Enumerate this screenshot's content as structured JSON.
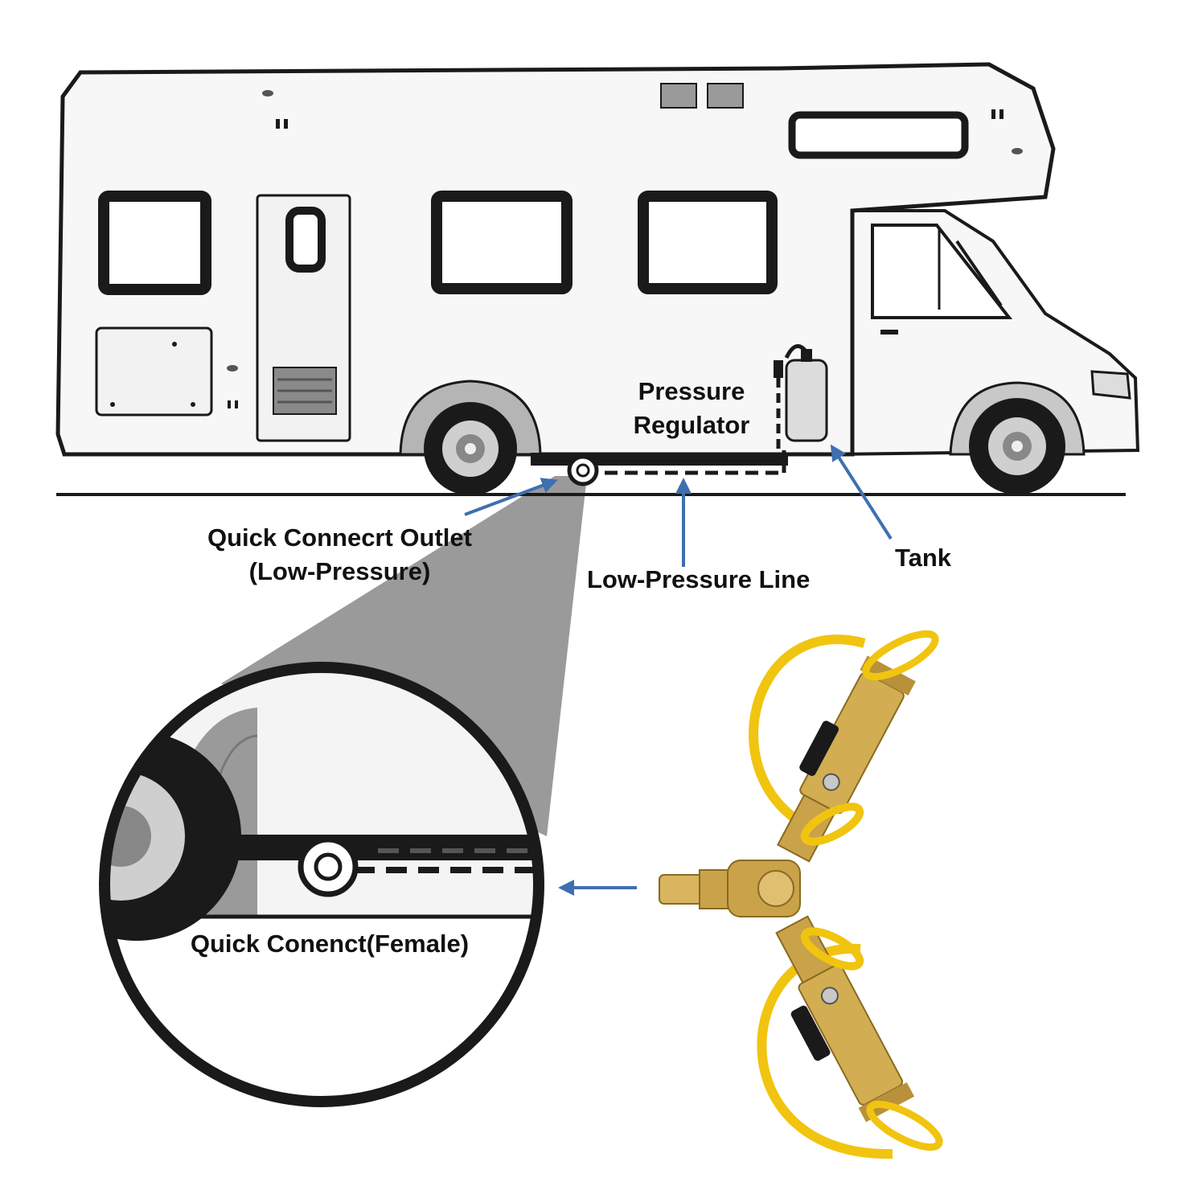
{
  "colors": {
    "arrow": "#3f6fb0",
    "body": "#f7f7f7",
    "outline": "#1a1a1a",
    "brass": "#c9a24a",
    "strap": "#f1c40f",
    "cone": "#9a9a9a"
  },
  "labels": {
    "pressure_regulator": [
      "Pressure",
      "Regulator"
    ],
    "quick_connect_outlet": [
      "Quick Connecrt Outlet",
      "(Low-Pressure)"
    ],
    "low_pressure_line": "Low-Pressure Line",
    "tank": "Tank",
    "quick_connect_female": "Quick Conenct(Female)"
  },
  "icons": [
    "rv-motorhome-icon",
    "propane-tank-icon",
    "brass-y-splitter-icon",
    "magnifier-circle-icon"
  ]
}
